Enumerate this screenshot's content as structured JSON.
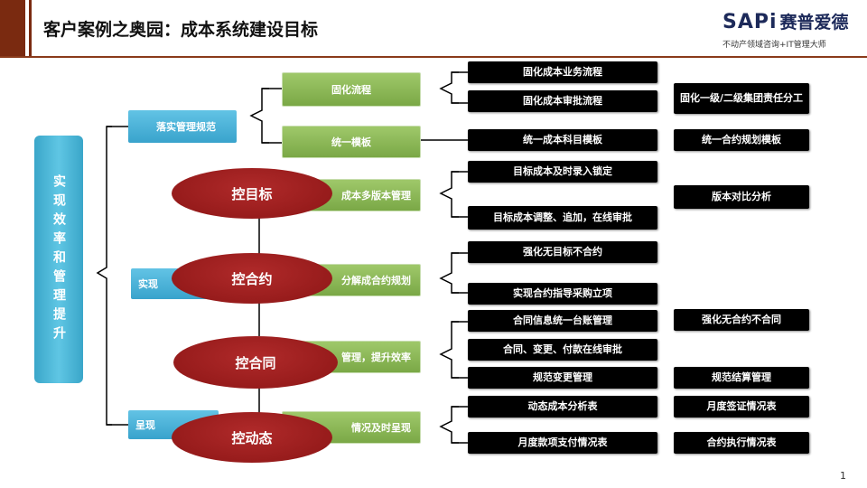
{
  "header": {
    "title": "客户案例之奥园：成本系统建设目标",
    "logo_brand": "SAPi",
    "logo_name": "赛普爱德",
    "logo_tagline": "不动产领域咨询+IT管理大师"
  },
  "root": {
    "label": "实现效率和管理提升"
  },
  "level1": [
    {
      "label": "落实管理规范"
    },
    {
      "label": "实现"
    },
    {
      "label": "呈现"
    }
  ],
  "level2": [
    {
      "label": "固化流程"
    },
    {
      "label": "统一模板"
    },
    {
      "label": "成本多版本管理"
    },
    {
      "label": "分解成合约规划"
    },
    {
      "label": "管理，提升效率"
    },
    {
      "label": "情况及时呈现"
    }
  ],
  "leaves": [
    {
      "label": "固化成本业务流程"
    },
    {
      "label": "固化成本审批流程"
    },
    {
      "label": "固化一级/二级集团责任分工"
    },
    {
      "label": "统一成本科目模板"
    },
    {
      "label": "统一合约规划模板"
    },
    {
      "label": "目标成本及时录入锁定"
    },
    {
      "label": "版本对比分析"
    },
    {
      "label": "目标成本调整、追加，在线审批"
    },
    {
      "label": "强化无目标不合约"
    },
    {
      "label": "实现合约指导采购立项"
    },
    {
      "label": "合同信息统一台账管理"
    },
    {
      "label": "强化无合约不合同"
    },
    {
      "label": "合同、变更、付款在线审批"
    },
    {
      "label": "规范变更管理"
    },
    {
      "label": "规范结算管理"
    },
    {
      "label": "动态成本分析表"
    },
    {
      "label": "月度签证情况表"
    },
    {
      "label": "月度款项支付情况表"
    },
    {
      "label": "合约执行情况表"
    }
  ],
  "controls": [
    {
      "label": "控目标"
    },
    {
      "label": "控合约"
    },
    {
      "label": "控合同"
    },
    {
      "label": "控动态"
    }
  ],
  "page_number": "1"
}
